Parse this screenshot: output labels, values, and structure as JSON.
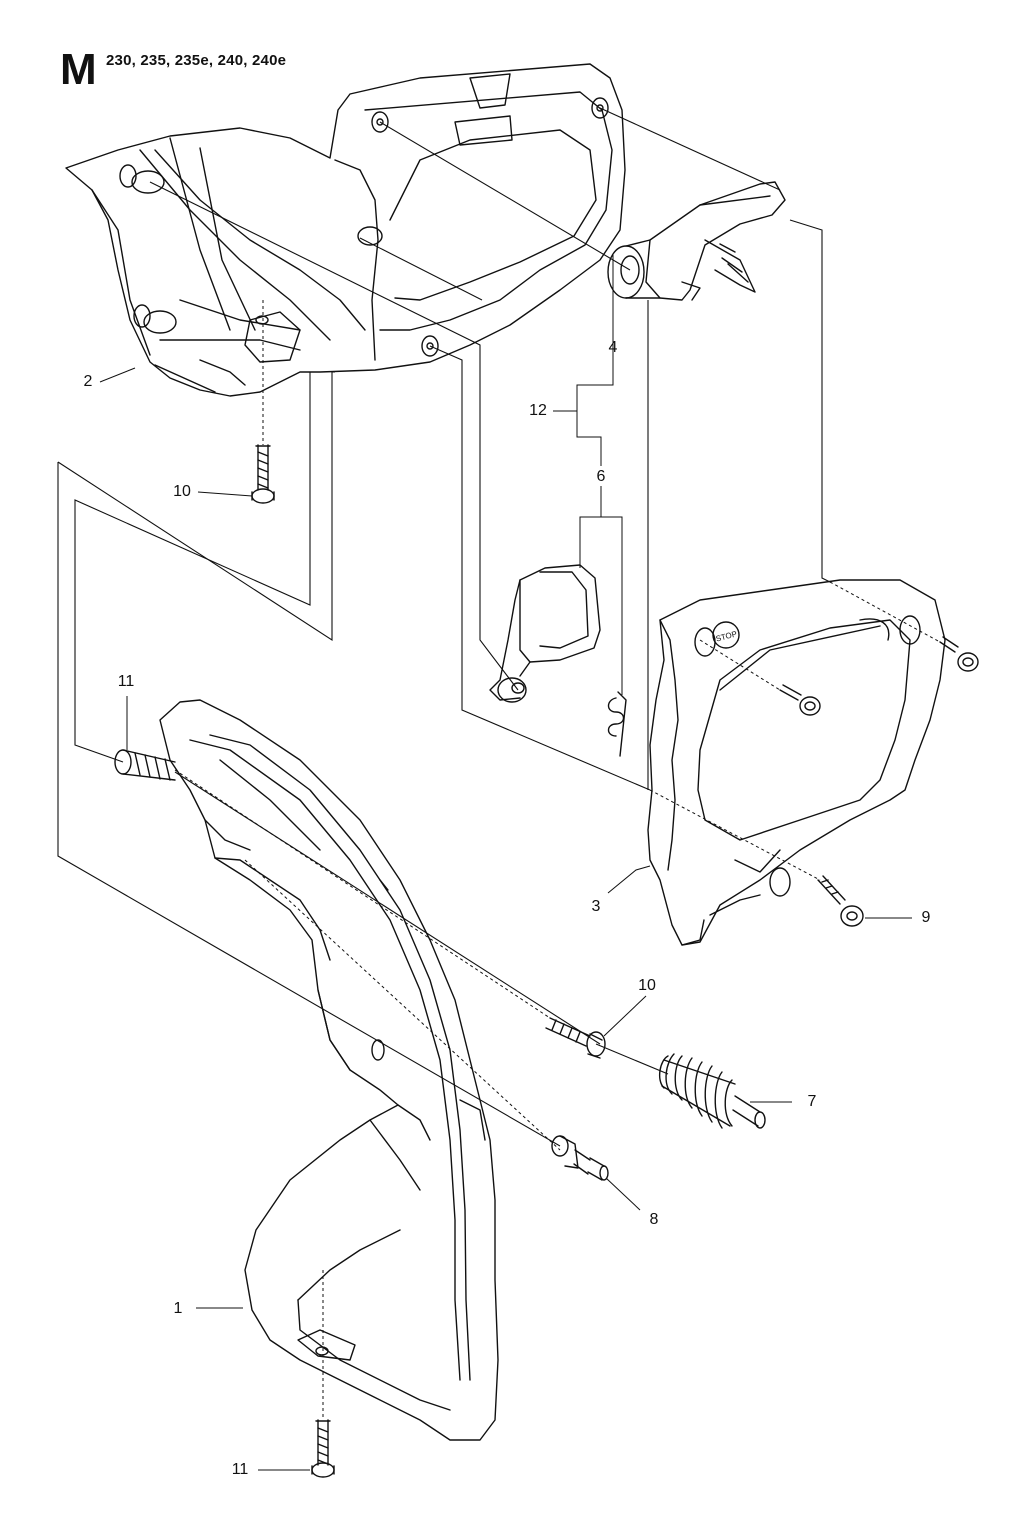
{
  "diagram": {
    "section_letter": "M",
    "models": "230, 235, 235e, 240, 240e",
    "callouts": [
      {
        "id": "c2",
        "label": "2"
      },
      {
        "id": "c10a",
        "label": "10"
      },
      {
        "id": "c4",
        "label": "4"
      },
      {
        "id": "c12",
        "label": "12"
      },
      {
        "id": "c6",
        "label": "6"
      },
      {
        "id": "c11a",
        "label": "11"
      },
      {
        "id": "c3",
        "label": "3"
      },
      {
        "id": "c9",
        "label": "9"
      },
      {
        "id": "c10b",
        "label": "10"
      },
      {
        "id": "c7",
        "label": "7"
      },
      {
        "id": "c8",
        "label": "8"
      },
      {
        "id": "c1",
        "label": "1"
      },
      {
        "id": "c11b",
        "label": "11"
      }
    ],
    "stop_mark": "STOP"
  }
}
